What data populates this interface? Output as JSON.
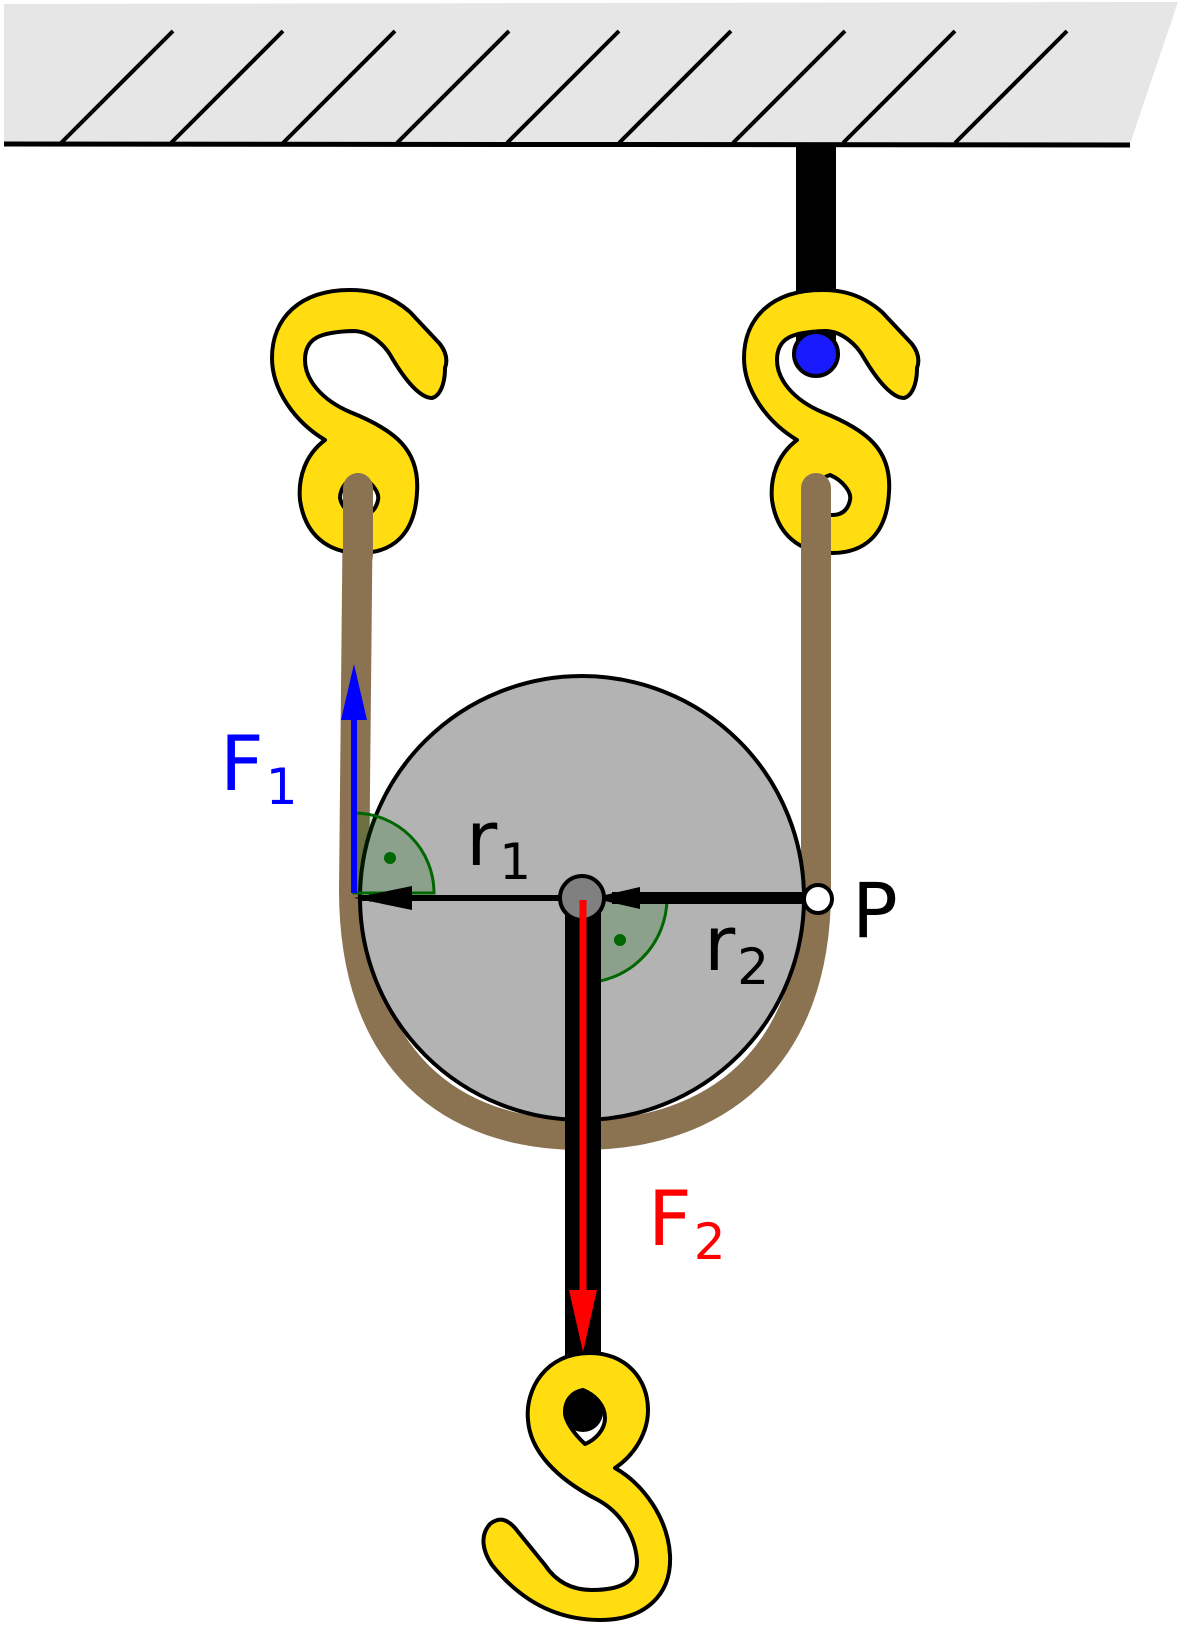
{
  "diagram": {
    "type": "loose pulley with hooks (lever model)",
    "labels": {
      "f1": {
        "main": "F",
        "sub": "1"
      },
      "f2": {
        "main": "F",
        "sub": "2"
      },
      "r1": {
        "main": "r",
        "sub": "1"
      },
      "r2": {
        "main": "r",
        "sub": "2"
      },
      "pivot": "P"
    },
    "colors": {
      "ceiling_fill": "#e6e6e6",
      "hook_fill": "#ffdd11",
      "rope": "#8b7352",
      "pulley_fill": "#b3b3b3",
      "axle_fill": "#808080",
      "force_1": "#0000ff",
      "force_2": "#ff0000",
      "right_angle": "#006600",
      "anchor_dot": "#1a1aff",
      "outline": "#000000"
    },
    "icons": [
      "ceiling-hatch",
      "s-hook-left",
      "s-hook-right",
      "load-hook",
      "pulley-wheel",
      "rope",
      "right-angle-marker"
    ]
  }
}
